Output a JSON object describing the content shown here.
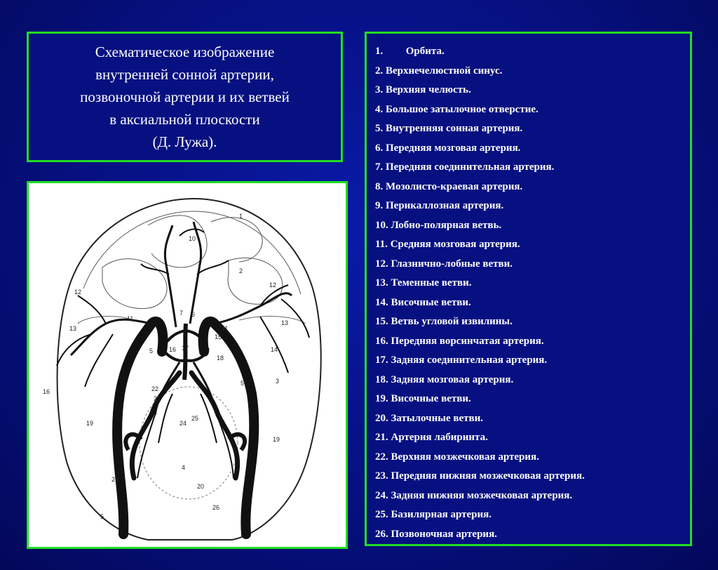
{
  "title": {
    "lines": [
      "Схематическое изображение",
      "внутренней сонной артерии,",
      "позвоночной артерии и их ветвей",
      "в аксиальной плоскости",
      "(Д. Лужа)."
    ]
  },
  "legend": {
    "items": [
      {
        "num": "1.",
        "label": "Орбита."
      },
      {
        "num": "2.",
        "label": "Верхнечелюстной синус."
      },
      {
        "num": "3.",
        "label": "Верхняя челюсть."
      },
      {
        "num": "4.",
        "label": "Большое затылочное отверстие."
      },
      {
        "num": "5.",
        "label": "Внутренняя сонная артерия."
      },
      {
        "num": "6.",
        "label": "Передняя мозговая артерия."
      },
      {
        "num": "7.",
        "label": "Передняя соединительная артерия."
      },
      {
        "num": "8.",
        "label": "Мозолисто-краевая артерия."
      },
      {
        "num": "9.",
        "label": "Перикаллозная артерия."
      },
      {
        "num": "10.",
        "label": "Лобно-полярная ветвь."
      },
      {
        "num": "11.",
        "label": "Средняя мозговая артерия."
      },
      {
        "num": "12.",
        "label": "Глазнично-лобные ветви."
      },
      {
        "num": "13.",
        "label": "Теменные ветви."
      },
      {
        "num": "14.",
        "label": "Височные ветви."
      },
      {
        "num": "15.",
        "label": "Ветвь угловой извилины."
      },
      {
        "num": "16.",
        "label": "Передняя ворсинчатая артерия."
      },
      {
        "num": "17.",
        "label": "Задняя соединительная артерия."
      },
      {
        "num": "18.",
        "label": "Задняя мозговая артерия."
      },
      {
        "num": "19.",
        "label": "Височные ветви."
      },
      {
        "num": "20.",
        "label": "Затылочные ветви."
      },
      {
        "num": "21.",
        "label": "Артерия лабиринта."
      },
      {
        "num": "22.",
        "label": "Верхняя мозжечковая артерия."
      },
      {
        "num": "23.",
        "label": "Передняя нижняя мозжечковая артерия."
      },
      {
        "num": "24.",
        "label": "Задняя нижняя мозжечковая артерия."
      },
      {
        "num": "25.",
        "label": "Базилярная артерия."
      },
      {
        "num": "26.",
        "label": "Позвоночная артерия."
      }
    ]
  },
  "diagram": {
    "labels": [
      "1",
      "10",
      "2",
      "12",
      "11",
      "7",
      "6",
      "11",
      "12",
      "13",
      "13",
      "5",
      "15",
      "16",
      "17",
      "14",
      "18",
      "3",
      "16",
      "5",
      "22",
      "21",
      "25",
      "19",
      "19",
      "24",
      "20",
      "4",
      "20",
      "5",
      "26"
    ]
  },
  "colors": {
    "background": "#061080",
    "frame": "#22dd22",
    "text": "#ffffff"
  }
}
